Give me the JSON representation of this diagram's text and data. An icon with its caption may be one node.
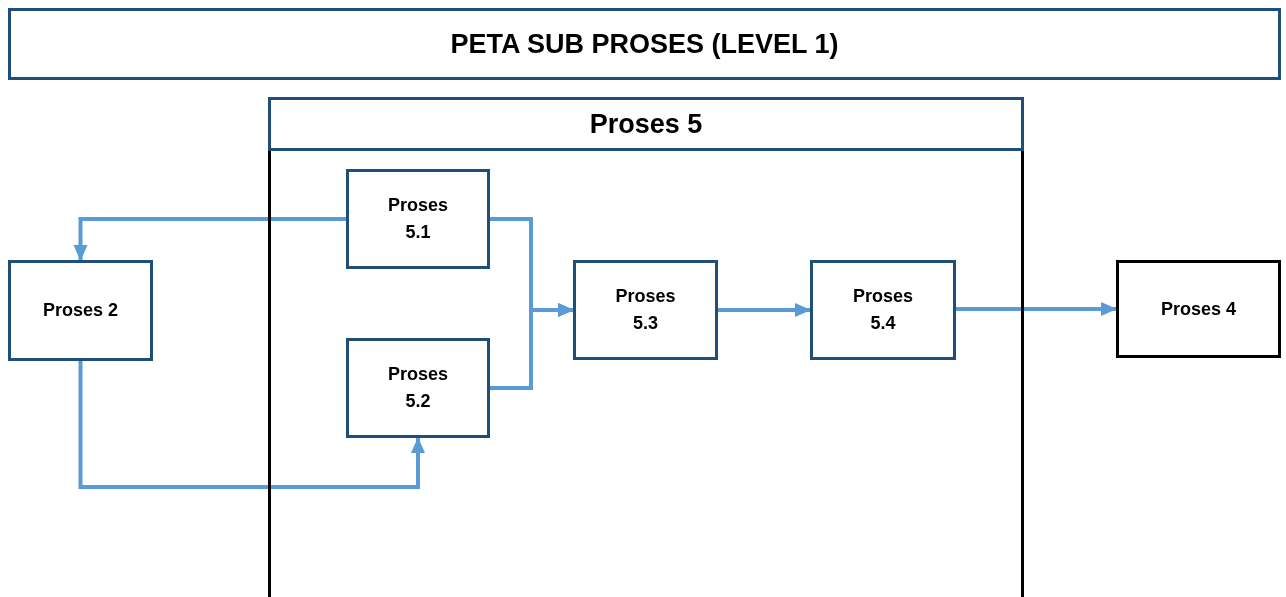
{
  "diagram": {
    "title": "PETA SUB PROSES (LEVEL 1)",
    "nodes": [
      {
        "text": [
          "Proses 5"
        ]
      },
      {
        "text": [
          "Proses 5.1"
        ],
        "in": 0
      },
      {
        "text": [
          "Proses 5.2"
        ],
        "in": 0
      },
      {
        "text": [
          "Proses 5.3"
        ],
        "in": 0
      },
      {
        "text": [
          "Proses 5.4"
        ],
        "in": 0
      },
      {
        "text": [
          "Proses 2"
        ]
      },
      {
        "text": [
          "Proses 4"
        ]
      }
    ],
    "edges": [
      {
        "from": 1,
        "to": 5,
        "arrow": "to"
      },
      {
        "from": 5,
        "to": 2,
        "arrow": "to"
      },
      {
        "from": 1,
        "to": 3,
        "arrow": "to"
      },
      {
        "from": 2,
        "to": 3,
        "arrow": "to"
      },
      {
        "from": 3,
        "to": 4,
        "arrow": "to"
      },
      {
        "from": 4,
        "to": 6,
        "arrow": "to"
      }
    ]
  }
}
